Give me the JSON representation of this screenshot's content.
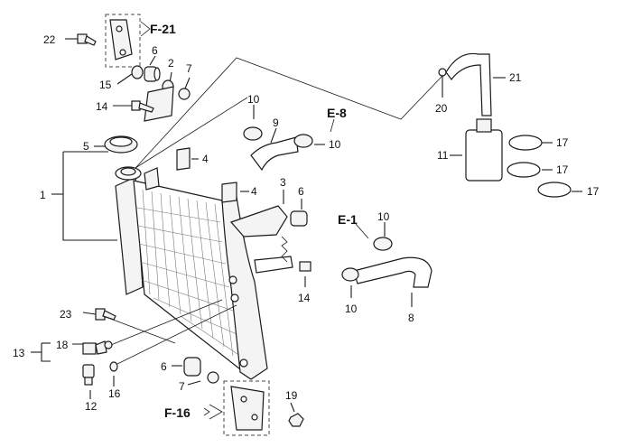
{
  "callouts": {
    "c1": "1",
    "c2": "2",
    "c3": "3",
    "c4a": "4",
    "c4b": "4",
    "c5": "5",
    "c6a": "6",
    "c6b": "6",
    "c6c": "6",
    "c7a": "7",
    "c7b": "7",
    "c8": "8",
    "c9": "9",
    "c10a": "10",
    "c10b": "10",
    "c10c": "10",
    "c10d": "10",
    "c11": "11",
    "c12": "12",
    "c13": "13",
    "c14a": "14",
    "c14b": "14",
    "c15": "15",
    "c16": "16",
    "c17a": "17",
    "c17b": "17",
    "c17c": "17",
    "c18": "18",
    "c19": "19",
    "c20": "20",
    "c21": "21",
    "c22": "22",
    "c23": "23"
  },
  "references": {
    "f21": "F-21",
    "e8": "E-8",
    "e1": "E-1",
    "f16": "F-16"
  }
}
